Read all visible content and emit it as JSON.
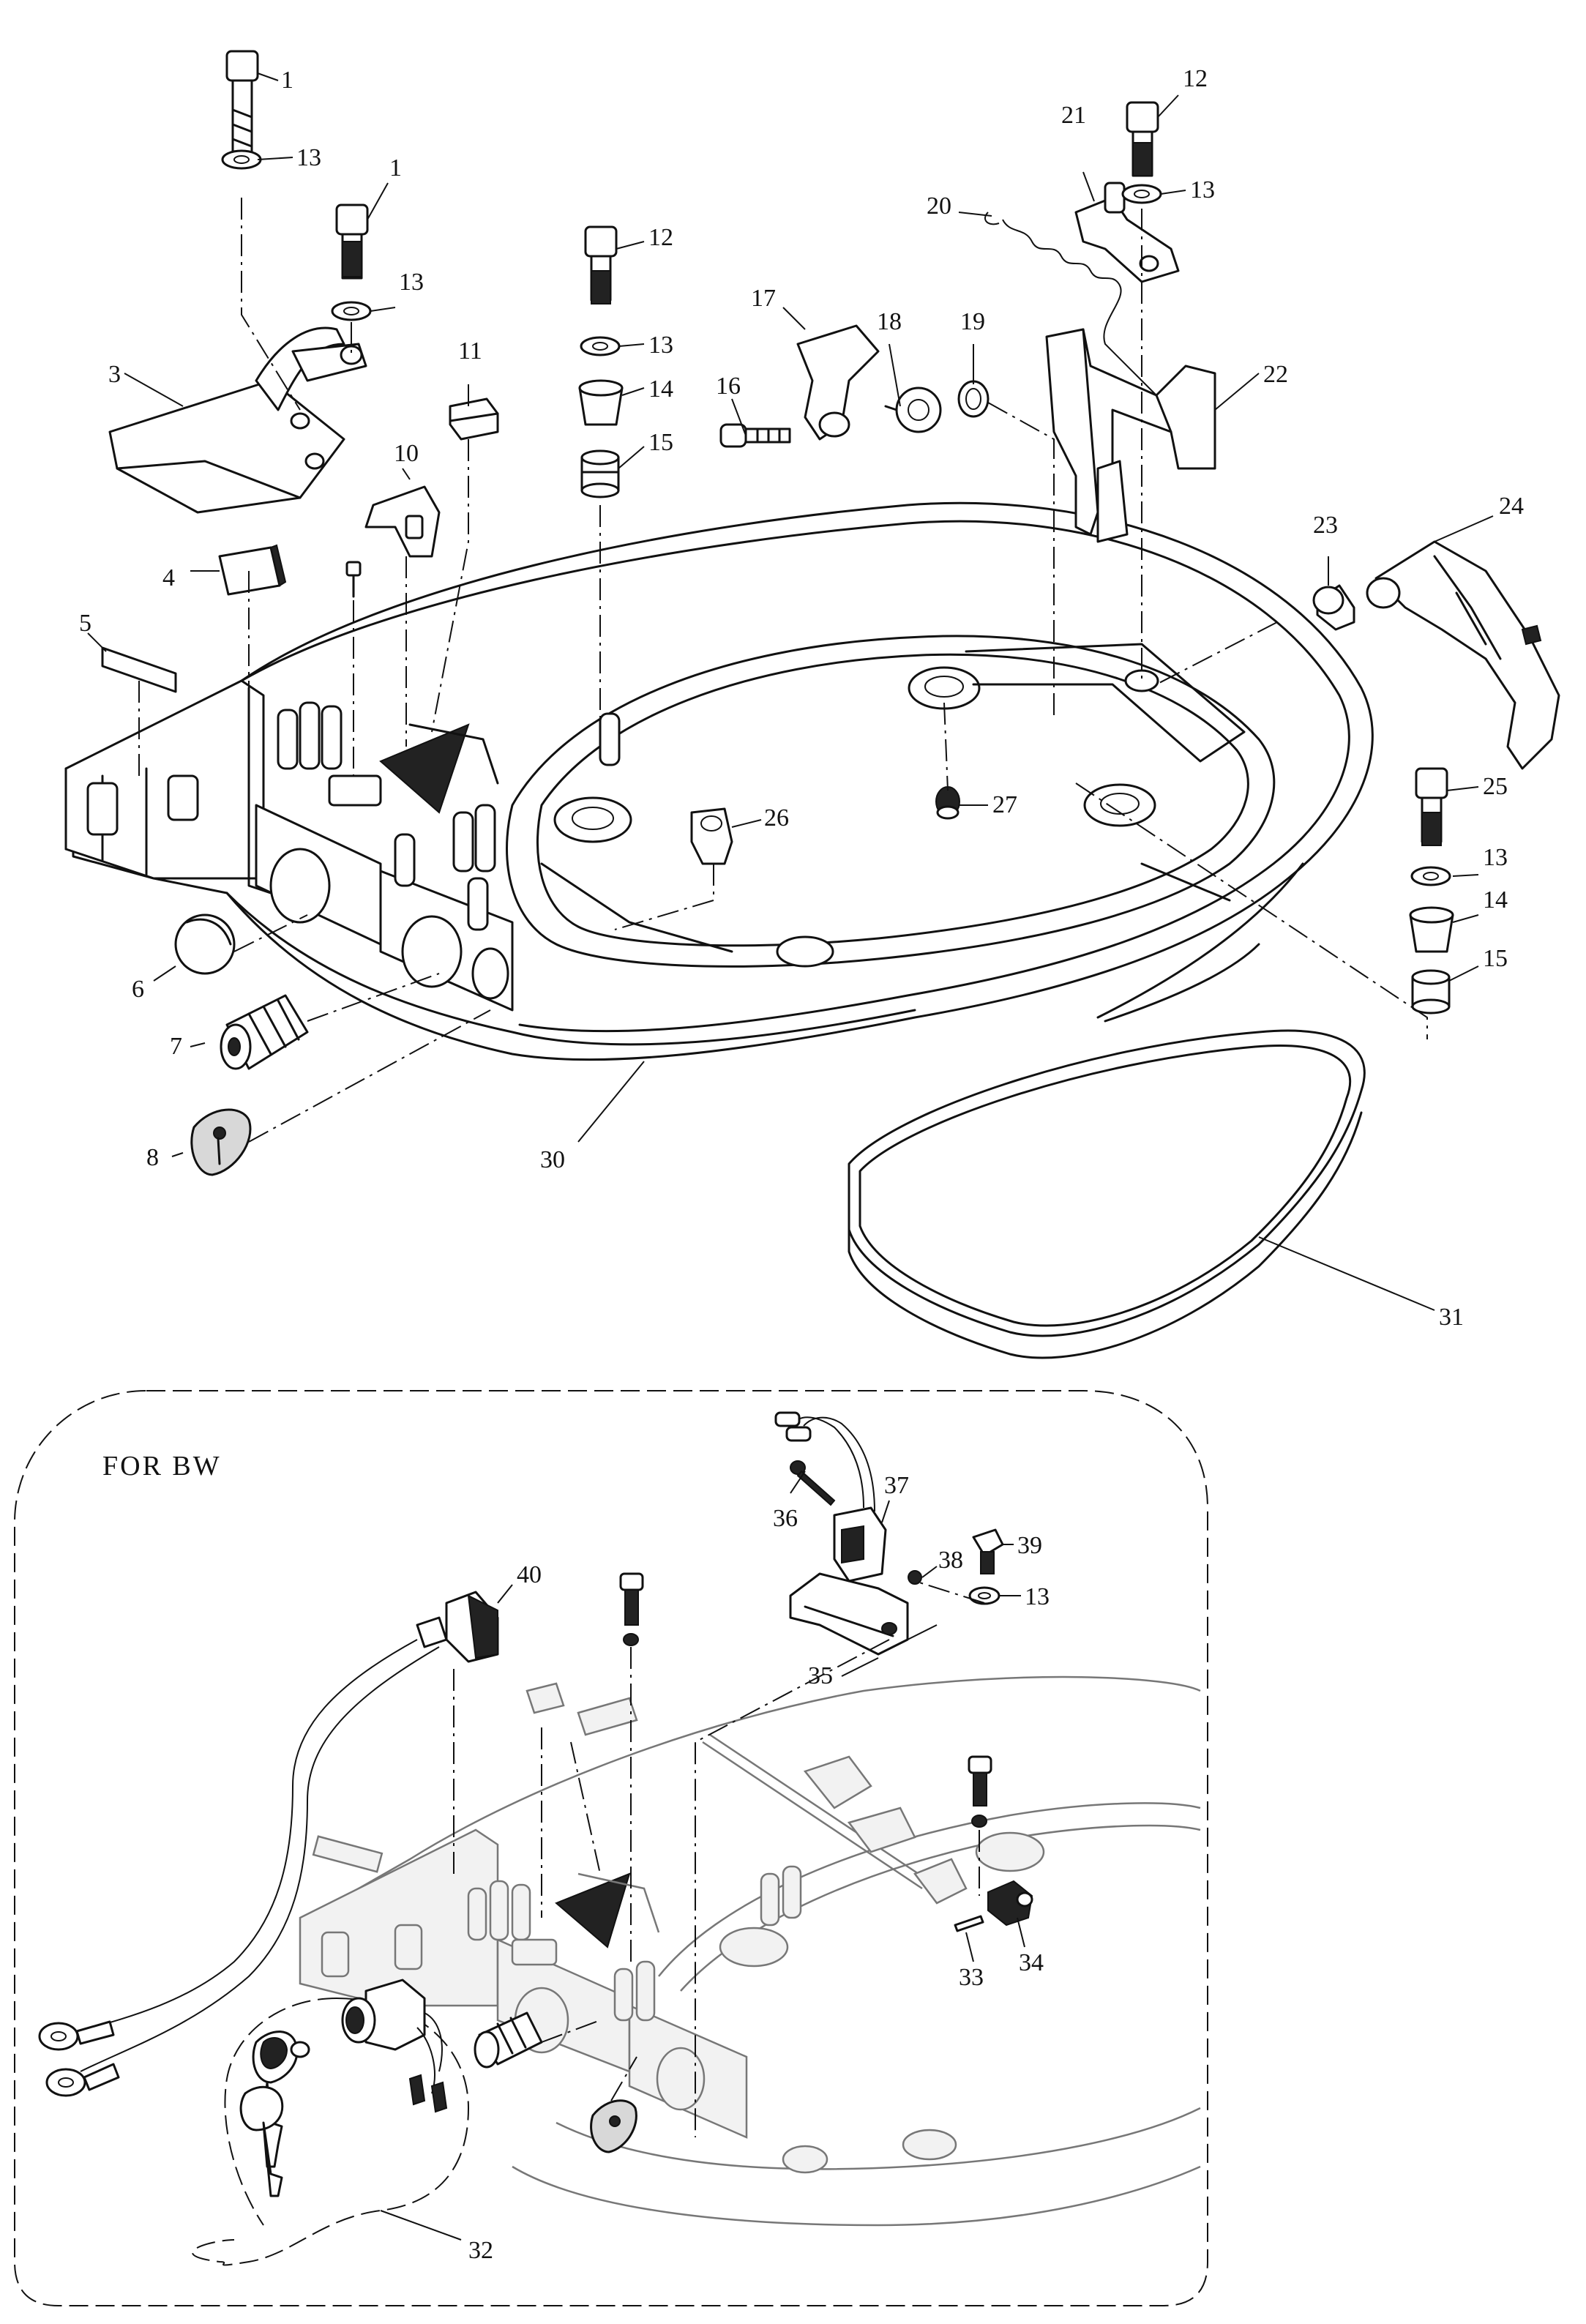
{
  "inset": {
    "label": "FOR BW"
  },
  "callouts": {
    "c1a": "1",
    "c13a": "13",
    "c1b": "1",
    "c13b": "13",
    "c3": "3",
    "c11": "11",
    "c10": "10",
    "c4": "4",
    "c5": "5",
    "c12a": "12",
    "c13c": "13",
    "c14a": "14",
    "c15a": "15",
    "c16": "16",
    "c17": "17",
    "c18": "18",
    "c19": "19",
    "c20": "20",
    "c21": "21",
    "c12b": "12",
    "c13d": "13",
    "c22": "22",
    "c23": "23",
    "c24": "24",
    "c25": "25",
    "c13e": "13",
    "c14b": "14",
    "c15b": "15",
    "c26": "26",
    "c27": "27",
    "c6": "6",
    "c7": "7",
    "c8": "8",
    "c30": "30",
    "c31": "31",
    "c36": "36",
    "c37": "37",
    "c38": "38",
    "c39": "39",
    "c13f": "13",
    "c35": "35",
    "c40": "40",
    "c33": "33",
    "c34": "34",
    "c32": "32"
  }
}
